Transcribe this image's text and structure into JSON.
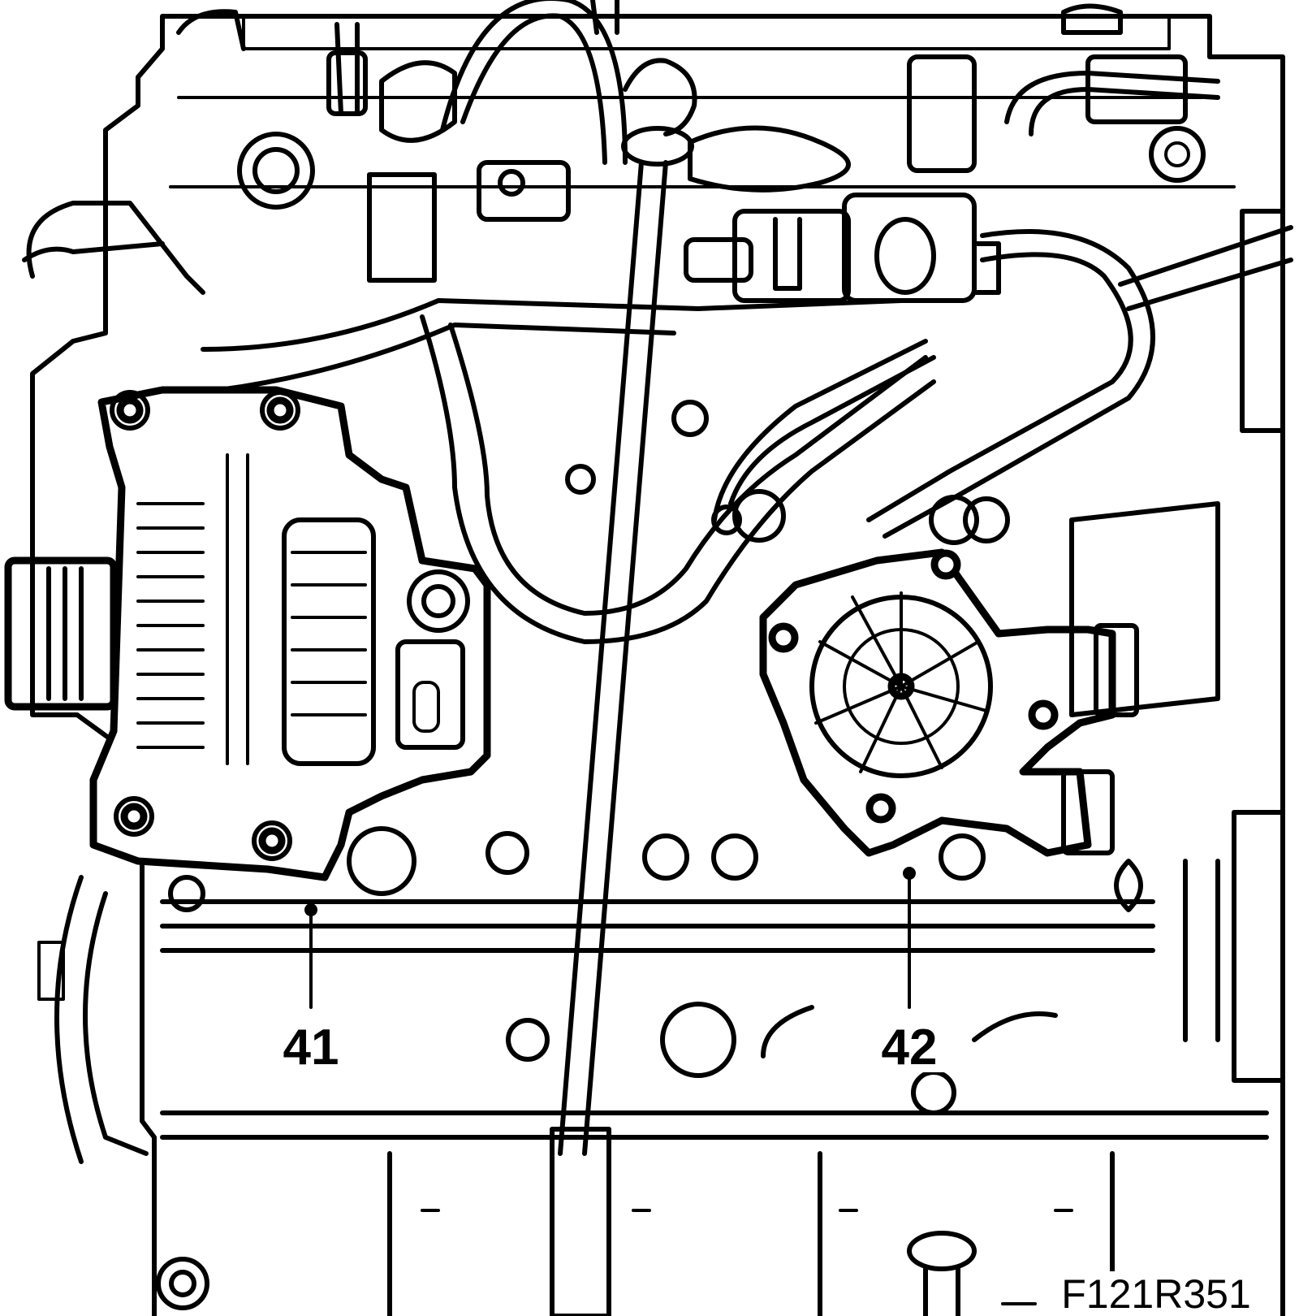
{
  "figure": {
    "code": "F121R351"
  },
  "callouts": [
    {
      "number": "41",
      "target": "alternator"
    },
    {
      "number": "42",
      "target": "coolant-pump"
    }
  ]
}
